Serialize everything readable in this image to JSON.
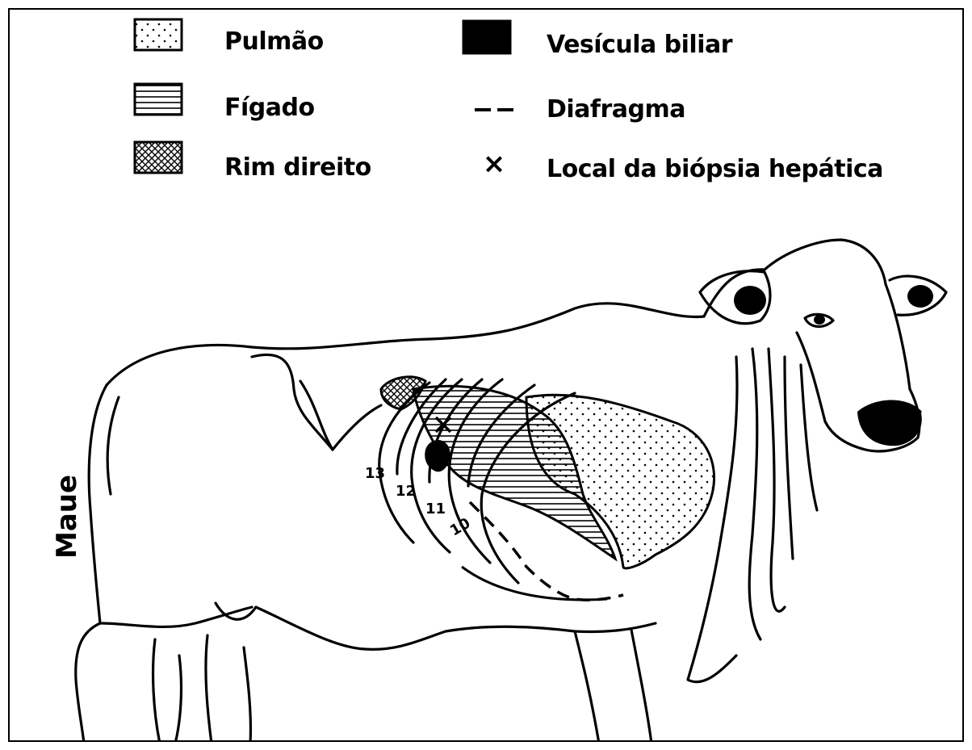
{
  "legend": {
    "items": [
      {
        "key": "lung",
        "label": "Pulmão",
        "symbol": "dotted-swatch"
      },
      {
        "key": "gallbladder",
        "label": "Vesícula biliar",
        "symbol": "solid-black-swatch"
      },
      {
        "key": "liver",
        "label": "Fígado",
        "symbol": "horizontal-hatch-swatch"
      },
      {
        "key": "diaphragm",
        "label": "Diafragma",
        "symbol": "dashed-line"
      },
      {
        "key": "right_kidney",
        "label": "Rim direito",
        "symbol": "cross-hatch-swatch"
      },
      {
        "key": "biopsy_site",
        "label": "Local da biópsia hepática",
        "symbol": "x-mark"
      }
    ],
    "x_mark": "×"
  },
  "ribs": {
    "labels": [
      "13",
      "12",
      "11",
      "10"
    ]
  },
  "signature": "Maue",
  "colors": {
    "ink": "#000000",
    "background": "#ffffff"
  }
}
